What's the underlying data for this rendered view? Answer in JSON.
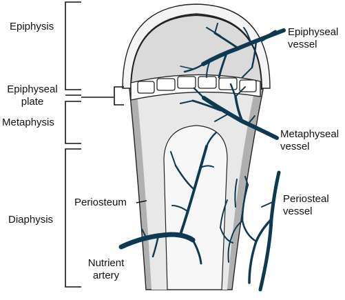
{
  "labels": {
    "epiphysis": "Epiphysis",
    "epiphyseal_plate": "Epiphyseal\nplate",
    "metaphysis": "Metaphysis",
    "diaphysis": "Diaphysis",
    "periosteum": "Periosteum",
    "nutrient_artery": "Nutrient\nartery",
    "epiphyseal_vessel": "Epiphyseal\nvessel",
    "metaphyseal_vessel": "Metaphyseal\nvessel",
    "periosteal_vessel": "Periosteal\nvessel"
  },
  "colors": {
    "vessel": "#0d3a52",
    "bone_fill": "#e6e6e6",
    "cortex": "#a8a8a8",
    "outline": "#222222",
    "text": "#111111"
  }
}
